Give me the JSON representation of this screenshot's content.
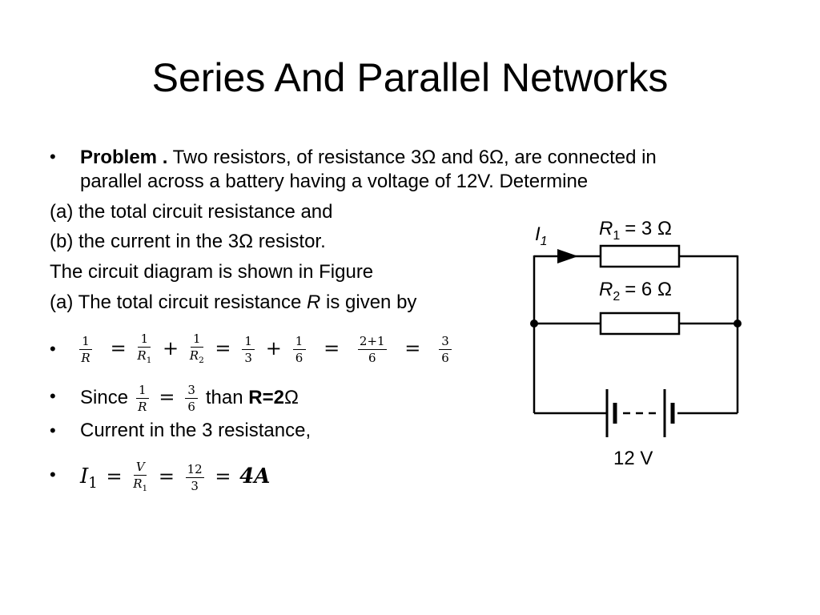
{
  "slide": {
    "title": "Series And Parallel Networks",
    "bullet": "•",
    "problem_label": "Problem .",
    "problem_text_1": "Two resistors, of resistance 3Ω and 6Ω, are connected in",
    "problem_text_2": "parallel across a battery having a voltage of 12V. Determine",
    "part_a": "(a) the total circuit resistance and",
    "part_b": "(b) the current in the 3Ω resistor.",
    "figure_note": "The circuit diagram is shown in Figure",
    "solution_a_prefix": "(a)   The total circuit resistance",
    "solution_a_var": "R",
    "solution_a_suffix": "is given by",
    "eq1": {
      "lhs_num": "1",
      "lhs_den": "R",
      "f1_num": "1",
      "f1_den": "R",
      "f1_den_sub": "1",
      "f2_num": "1",
      "f2_den": "R",
      "f2_den_sub": "2",
      "f3_num": "1",
      "f3_den": "3",
      "f4_num": "1",
      "f4_den": "6",
      "f5_num": "2+1",
      "f5_den": "6",
      "f6_num": "3",
      "f6_den": "6"
    },
    "since_label": "Since",
    "eq2": {
      "lhs_num": "1",
      "lhs_den": "R",
      "rhs_num": "3",
      "rhs_den": "6"
    },
    "since_then": "than",
    "since_result": "R=2",
    "since_unit": "Ω",
    "current_text": "Current in the 3 resistance,",
    "eq3": {
      "lhs": "I",
      "lhs_sub": "1",
      "f1_num": "V",
      "f1_den": "R",
      "f1_den_sub": "1",
      "f2_num": "12",
      "f2_den": "3",
      "result": "4A"
    }
  },
  "circuit": {
    "current_label": "I",
    "current_sub": "1",
    "r1_label": "R",
    "r1_sub": "1",
    "r1_value": "= 3  Ω",
    "r2_label": "R",
    "r2_sub": "2",
    "r2_value": "= 6  Ω",
    "battery_label": "12 V"
  }
}
